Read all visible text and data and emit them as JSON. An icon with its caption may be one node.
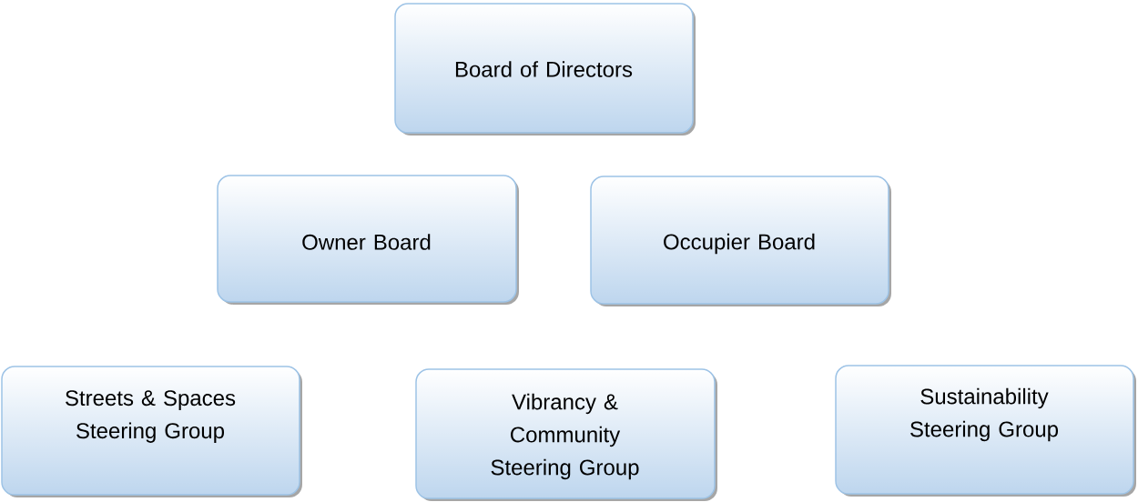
{
  "diagram": {
    "nodes": [
      {
        "text": [
          "Board of Directors"
        ]
      },
      {
        "text": [
          "Owner Board"
        ]
      },
      {
        "text": [
          "Occupier Board"
        ]
      },
      {
        "text": [
          "Streets & Spaces Steering Group"
        ]
      },
      {
        "text": [
          "Vibrancy & Community Steering Group"
        ]
      },
      {
        "text": [
          "Sustainability Steering Group"
        ]
      }
    ]
  }
}
